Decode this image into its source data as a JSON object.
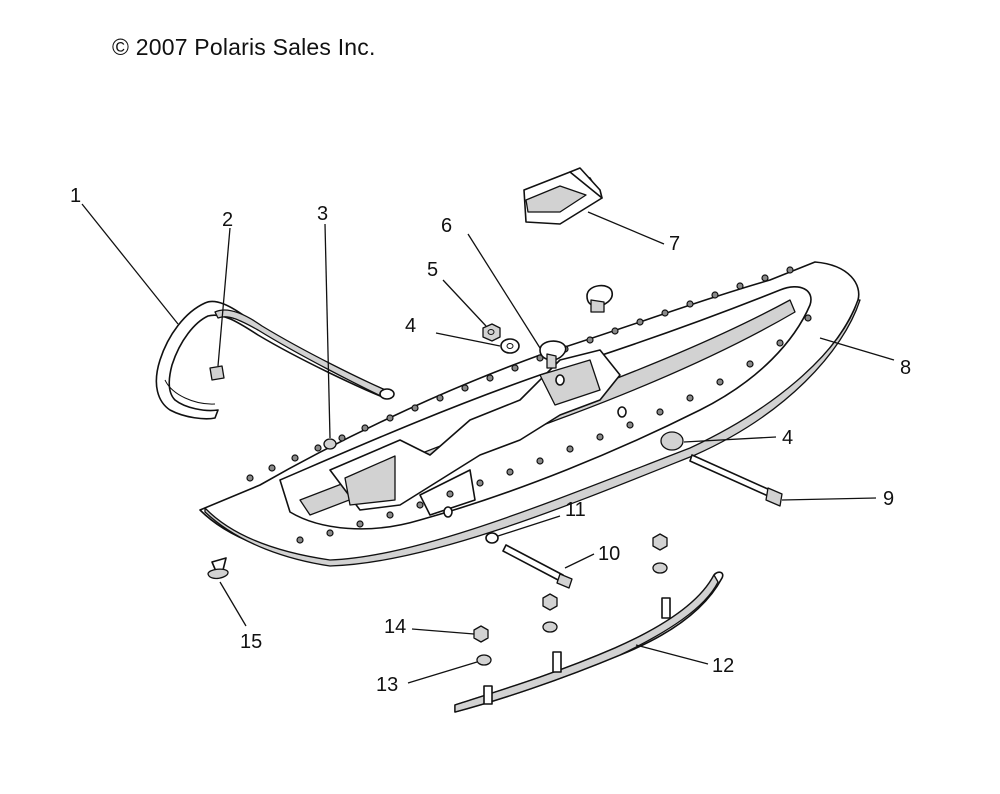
{
  "copyright": "© 2007 Polaris Sales Inc.",
  "callouts": [
    {
      "id": "c1",
      "label": "1"
    },
    {
      "id": "c2",
      "label": "2"
    },
    {
      "id": "c3",
      "label": "3"
    },
    {
      "id": "c4a",
      "label": "4"
    },
    {
      "id": "c4b",
      "label": "4"
    },
    {
      "id": "c5",
      "label": "5"
    },
    {
      "id": "c6",
      "label": "6"
    },
    {
      "id": "c7",
      "label": "7"
    },
    {
      "id": "c8",
      "label": "8"
    },
    {
      "id": "c9",
      "label": "9"
    },
    {
      "id": "c10",
      "label": "10"
    },
    {
      "id": "c11",
      "label": "11"
    },
    {
      "id": "c12",
      "label": "12"
    },
    {
      "id": "c13",
      "label": "13"
    },
    {
      "id": "c14",
      "label": "14"
    },
    {
      "id": "c15",
      "label": "15"
    }
  ]
}
